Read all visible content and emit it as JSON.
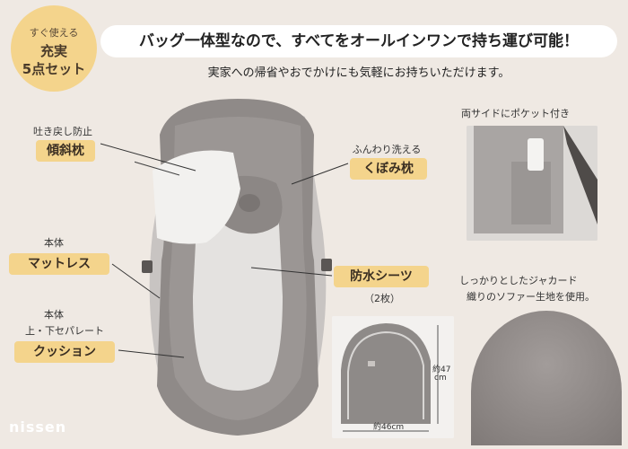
{
  "badge": {
    "line1": "すぐ使える",
    "line2": "充実",
    "line3": "5点セット"
  },
  "headline": "バッグ一体型なので、すべてをオールインワンで持ち運び可能！",
  "subhead": "実家への帰省やおでかけにも気軽にお持ちいただけます。",
  "labels": {
    "tilt_pillow_note": "吐き戻し防止",
    "tilt_pillow": "傾斜枕",
    "dimple_pillow_note": "ふんわり洗える",
    "dimple_pillow": "くぼみ枕",
    "mattress_note": "本体",
    "mattress": "マットレス",
    "cushion_note1": "本体",
    "cushion_note2": "上・下セパレート",
    "cushion": "クッション",
    "sheet": "防水シーツ",
    "sheet_qty": "（2枚）"
  },
  "photos": {
    "pocket_caption": "両サイドにポケット付き",
    "fabric_caption_line1": "しっかりとしたジャカード",
    "fabric_caption_line2": "織りのソファー生地を使用。",
    "bag_height": "約47",
    "bag_height_unit": "cm",
    "bag_width": "約46cm"
  },
  "logo": "nissen",
  "colors": {
    "background": "#efe9e3",
    "accent": "#f4d48c",
    "gray": "#9a9593"
  }
}
